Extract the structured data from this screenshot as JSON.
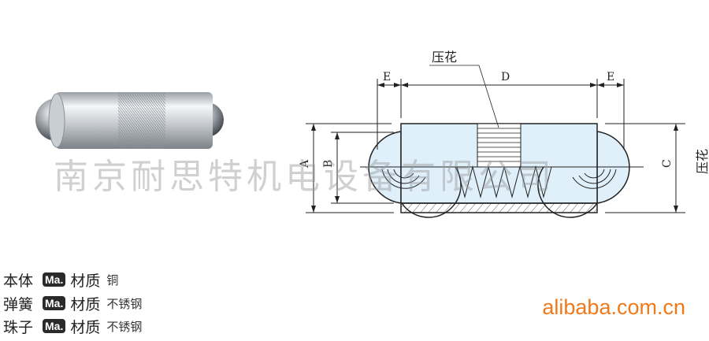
{
  "diagram": {
    "knurl_label": "压花",
    "side_label": "压花",
    "dims": {
      "A": "A",
      "B": "B",
      "C": "C",
      "D": "D",
      "E_left": "E",
      "E_right": "E"
    }
  },
  "watermark": "南京耐思特机电设备有限公司",
  "specs": [
    {
      "part": "本体",
      "badge": "Ma.",
      "label": "材质",
      "value": "铜"
    },
    {
      "part": "弹簧",
      "badge": "Ma.",
      "label": "材质",
      "value": "不锈钢"
    },
    {
      "part": "珠子",
      "badge": "Ma.",
      "label": "材质",
      "value": "不锈钢"
    }
  ],
  "logo": "alibaba.com.cn",
  "colors": {
    "body_fill": "#dff0fb",
    "logo": "#f07a1a"
  }
}
